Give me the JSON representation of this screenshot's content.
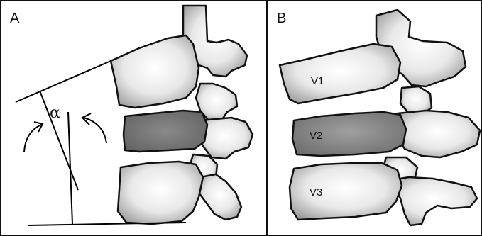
{
  "figure": {
    "panel_a": {
      "label": "A",
      "angle_symbol": "α"
    },
    "panel_b": {
      "label": "B",
      "vertebrae": [
        "V1",
        "V2",
        "V3"
      ]
    },
    "colors": {
      "bone_light": "#e6e6e6",
      "bone_mid": "#a9a9a9",
      "bone_dark": "#6f6f6f",
      "outline": "#111111"
    }
  }
}
